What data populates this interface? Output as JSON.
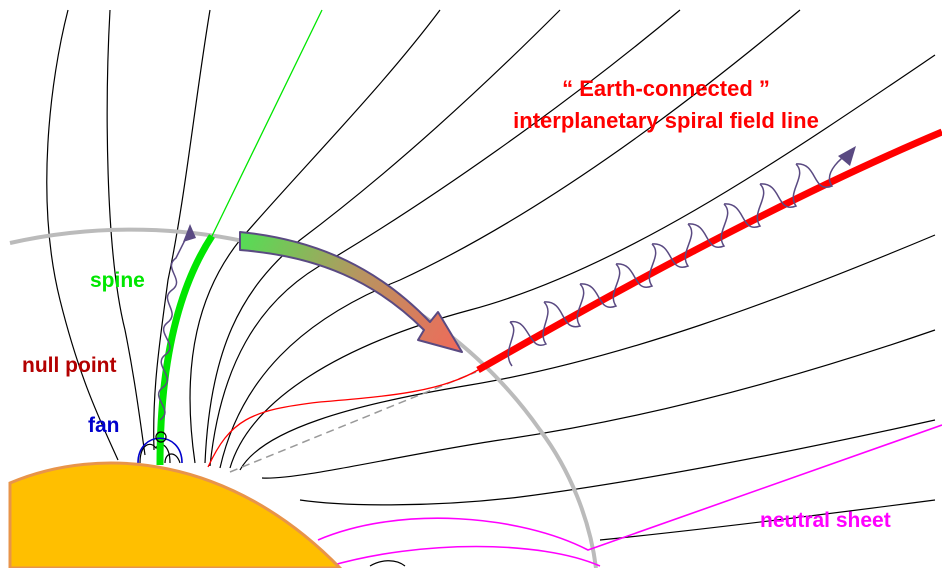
{
  "labels": {
    "title_line1": "“ Earth-connected ”",
    "title_line2": "interplanetary spiral field line",
    "spine": "spine",
    "null_point": "null point",
    "fan": "fan",
    "neutral_sheet": "neutral sheet"
  },
  "colors": {
    "sun_fill": "#ffbf00",
    "sun_edge": "#e8944a",
    "spiral_field_line": "#ff0000",
    "spine": "#00e600",
    "fan": "#0000cc",
    "null_point_label": "#b30000",
    "neutral_sheet": "#ff00ff",
    "wave_arrow": "#5a4a82",
    "reference_circle": "#bbbbbb",
    "field_lines": "#000000"
  },
  "icons": {
    "transfer_arrow": "gradient-arrow-green-to-red",
    "wave_markers": "helical-wave-arrow"
  }
}
